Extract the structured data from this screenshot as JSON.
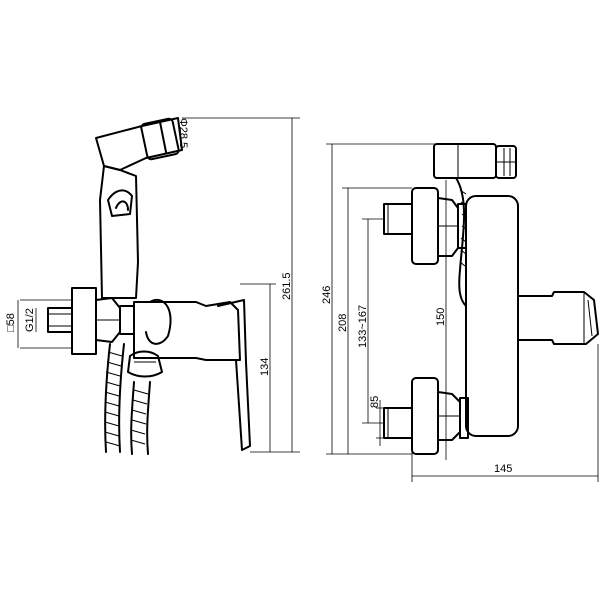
{
  "dimensions": {
    "head_diameter": "Φ28.5",
    "total_height_side": "261.5",
    "base_square": "□58",
    "thread": "G1/2",
    "body_height": "134",
    "total_height_front": "246",
    "bracket_height": "208",
    "center_range": "133~167",
    "inlet_center": "150",
    "pipe_offset": "85",
    "depth": "145"
  }
}
